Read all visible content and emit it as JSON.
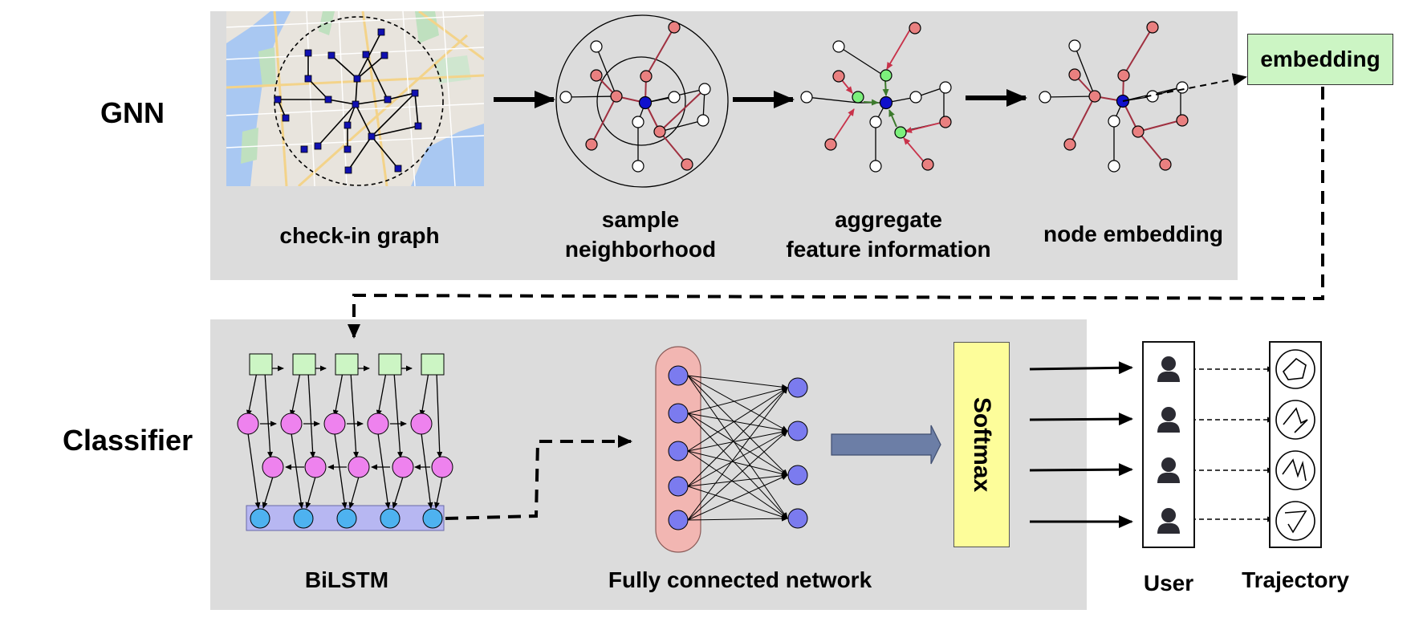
{
  "sections": {
    "gnn_label": "GNN",
    "classifier_label": "Classifier"
  },
  "gnn": {
    "captions": {
      "checkin_graph": "check-in graph",
      "sample_line1": "sample",
      "sample_line2": "neighborhood",
      "aggregate_line1": "aggregate",
      "aggregate_line2": "feature information",
      "node_embedding": "node embedding"
    },
    "output_box": "embedding"
  },
  "classifier": {
    "bilstm": "BiLSTM",
    "fcn": "Fully connected network",
    "softmax": "Softmax",
    "user": "User",
    "trajectory": "Trajectory"
  },
  "colors": {
    "panel": "#dcdcdc",
    "embedding_box": "#ccf5c4",
    "softmax_box": "#fdfd9a",
    "center_node": "#1010cc",
    "neighbor_node": "#e98080",
    "aggregated_node": "#7cf07c",
    "lstm_hidden": "#ee82ee",
    "lstm_output": "#4eb2f0",
    "fc_neuron": "#7b7bef",
    "fc_layer_bg": "#f2b6b2",
    "arrow_block": "#6c7ea6"
  }
}
